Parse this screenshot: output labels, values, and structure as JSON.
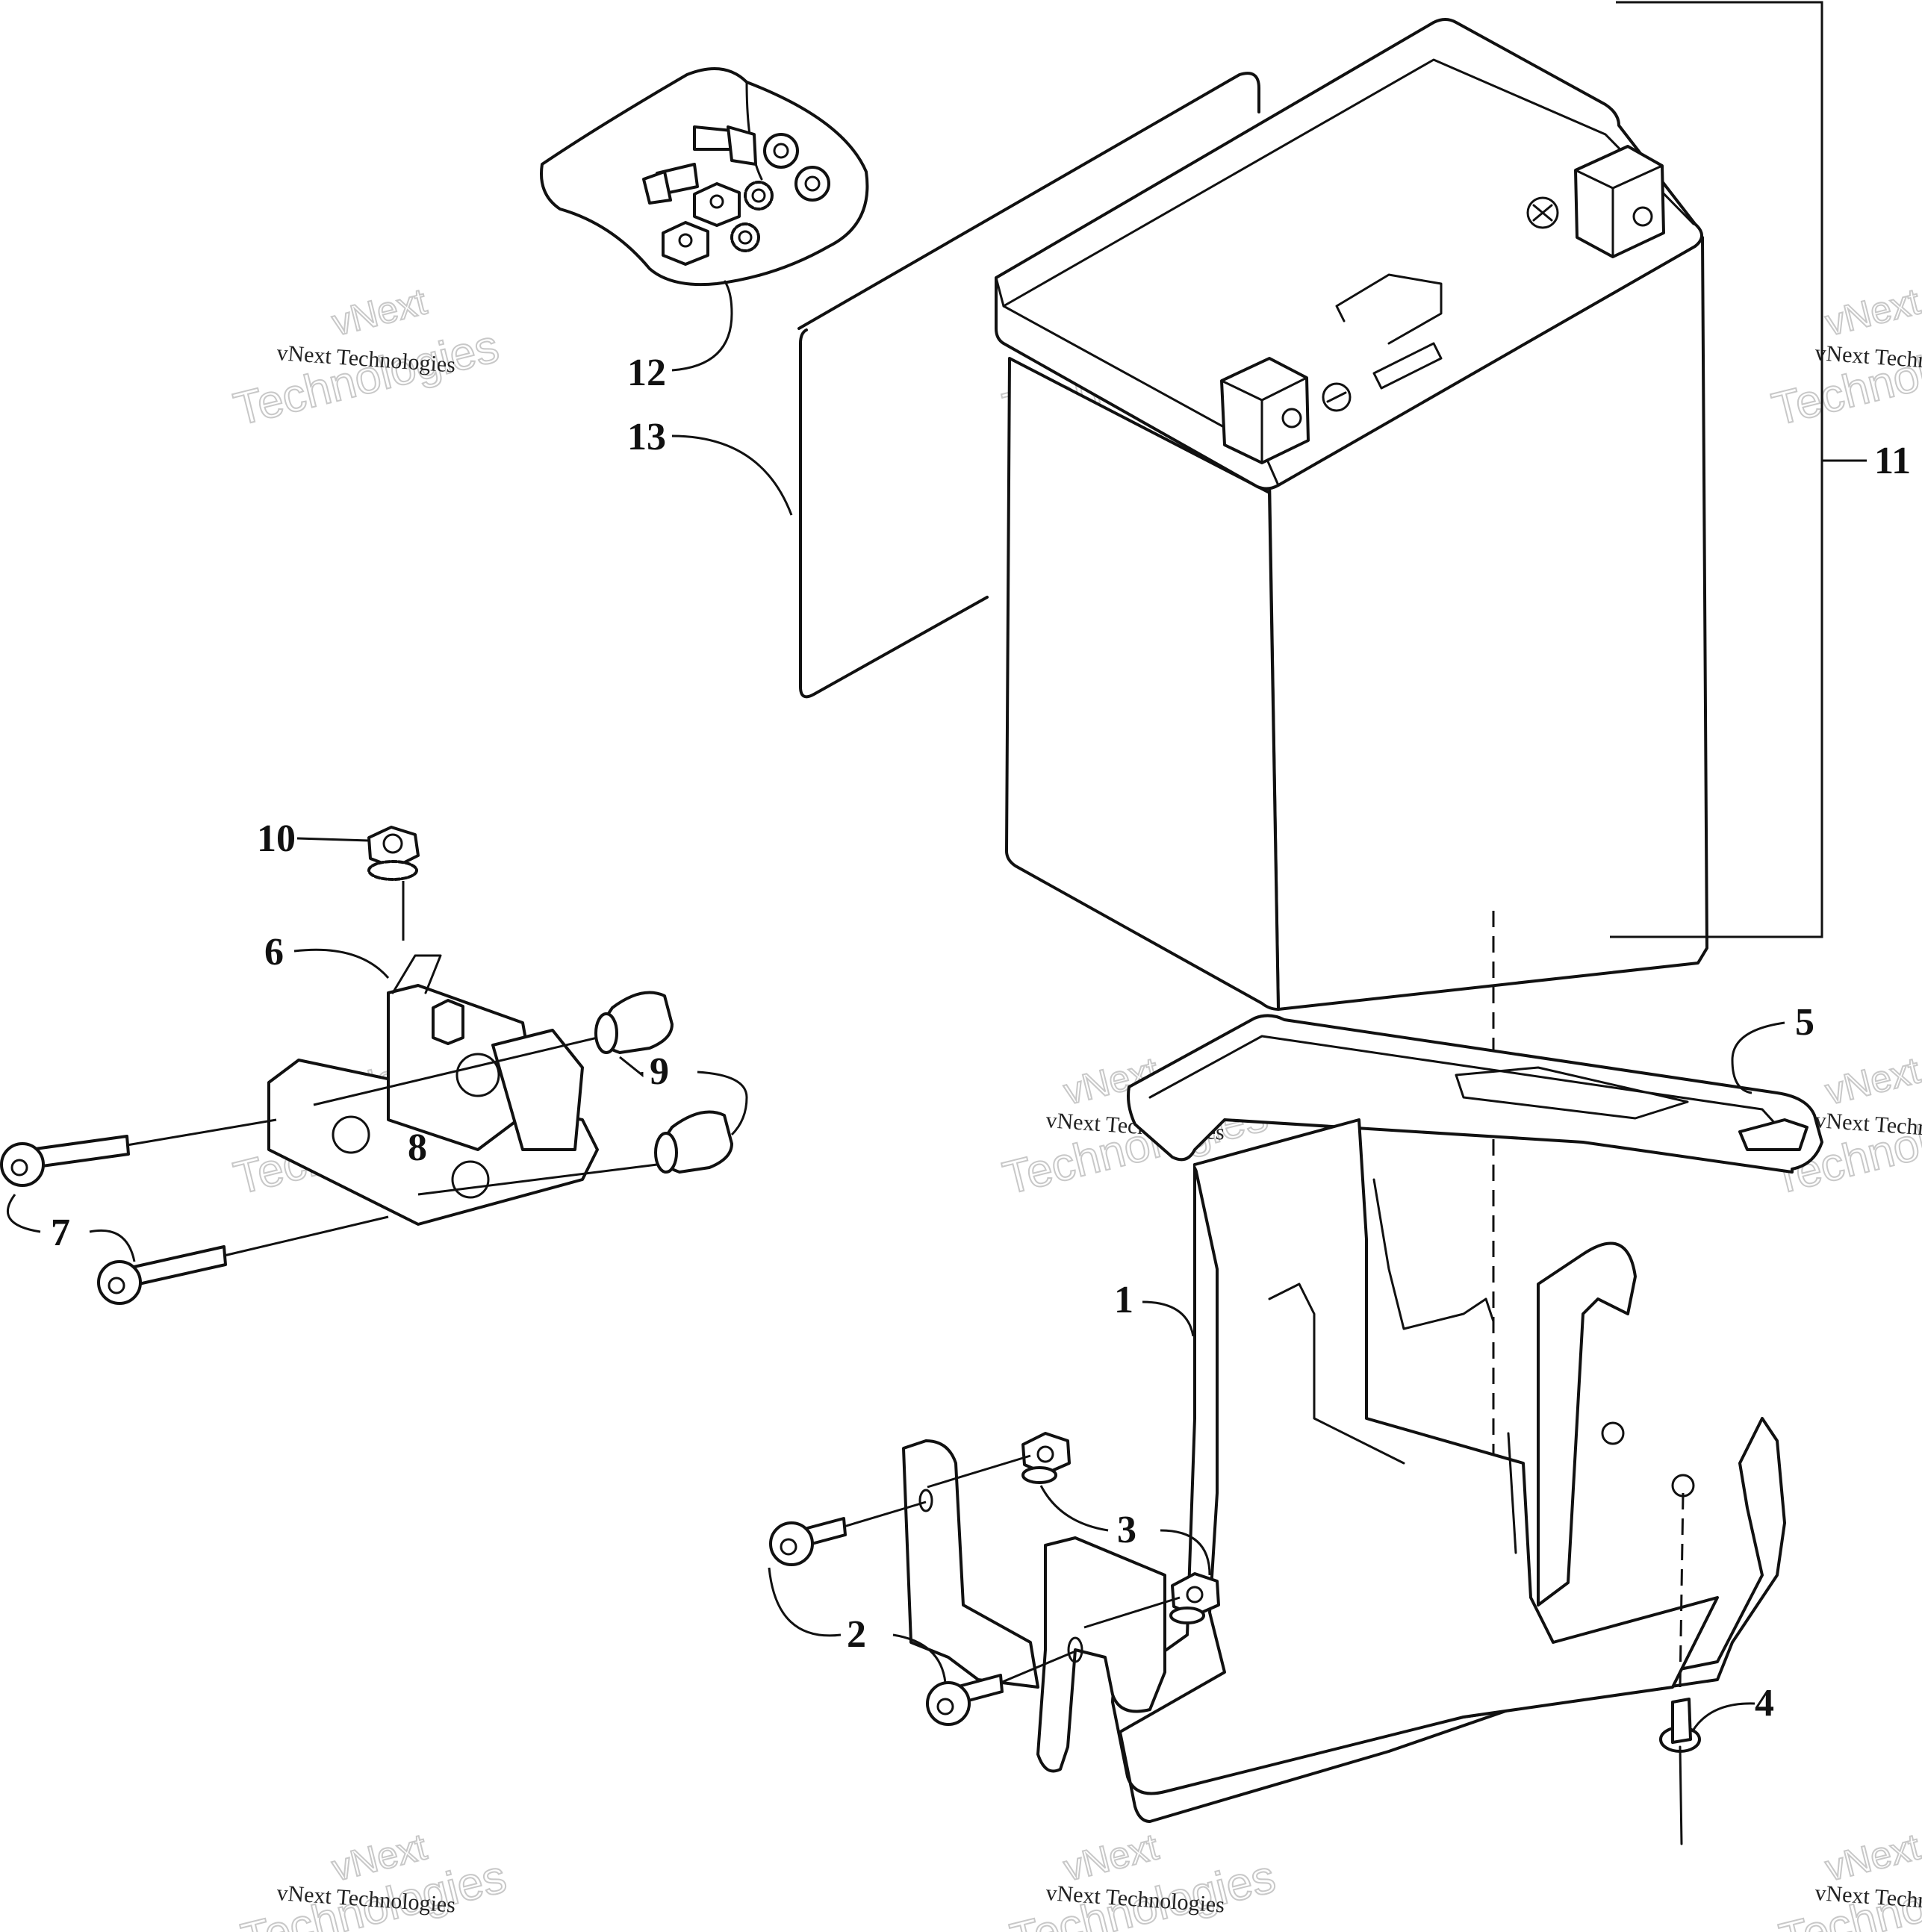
{
  "callouts": {
    "c1": "1",
    "c2": "2",
    "c3": "3",
    "c4": "4",
    "c5": "5",
    "c6": "6",
    "c7": "7",
    "c8": "8",
    "c9": "9",
    "c10": "10",
    "c11": "11",
    "c12": "12",
    "c13": "13"
  },
  "watermark": {
    "brand": "vNext Technologies",
    "word1": "vNext",
    "word2": "Technologies"
  }
}
